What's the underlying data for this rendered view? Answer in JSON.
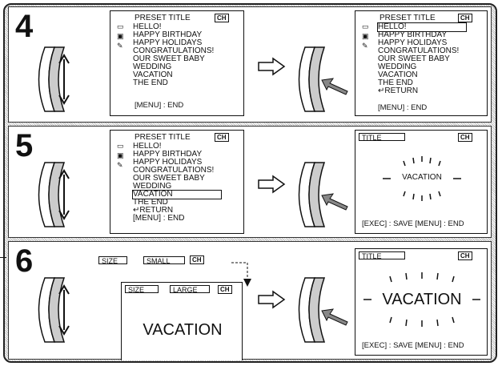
{
  "steps": [
    {
      "number": "4"
    },
    {
      "number": "5"
    },
    {
      "number": "6"
    }
  ],
  "menu": {
    "title": "PRESET TITLE",
    "ch_badge": "CH",
    "items": [
      "HELLO!",
      "HAPPY BIRTHDAY",
      "HAPPY HOLIDAYS",
      "CONGRATULATIONS!",
      "OUR SWEET BABY",
      "WEDDING",
      "VACATION",
      "THE END"
    ],
    "return_label": "RETURN",
    "end_label": "[MENU] : END"
  },
  "title_screen": {
    "title_label": "TITLE",
    "preview_text": "VACATION",
    "footer": "[EXEC] : SAVE  [MENU] : END"
  },
  "size_screen": {
    "size_label": "SIZE",
    "small": "SMALL",
    "large": "LARGE",
    "preview_text": "VACATION"
  }
}
